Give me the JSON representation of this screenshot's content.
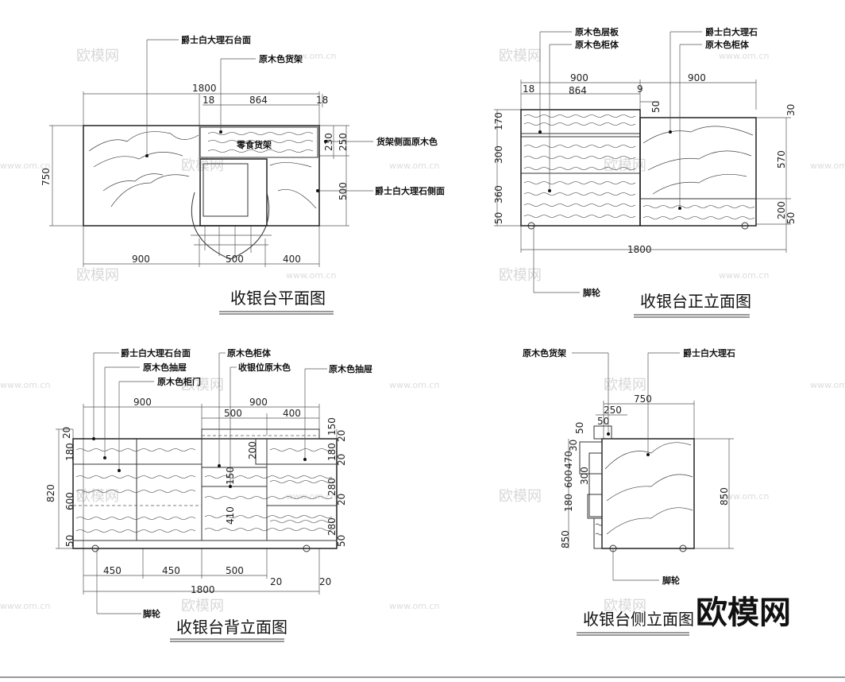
{
  "brand": "欧模网",
  "watermark": {
    "logo": "欧模网",
    "url": "www.om.cn"
  },
  "plan": {
    "title": "收银台平面图",
    "callouts": {
      "marble_top": "爵士白大理石台面",
      "wood_shelf": "原木色货架",
      "shelf_side": "货架侧面原木色",
      "marble_side": "爵士白大理石侧面"
    },
    "shelf_text": "零食货架",
    "dims": {
      "total": "1800",
      "left_edge": "18",
      "shelf": "864",
      "right_edge": "18",
      "depth": "750",
      "d230": "230",
      "d250": "250",
      "d500": "500",
      "b900": "900",
      "b500": "500",
      "b400": "400"
    }
  },
  "front": {
    "title": "收银台正立面图",
    "callouts": {
      "shelf_board": "原木色层板",
      "cabinet": "原木色柜体",
      "marble": "爵士白大理石",
      "cabinet2": "原木色柜体",
      "caster": "脚轮"
    },
    "dims": {
      "top900a": "900",
      "top900b": "900",
      "d18": "18",
      "d864": "864",
      "d9": "9",
      "d50r": "50",
      "h170": "170",
      "h300": "300",
      "h360": "360",
      "h50": "50",
      "r30": "30",
      "r570": "570",
      "r200": "200",
      "r50": "50",
      "total": "1800"
    }
  },
  "back": {
    "title": "收银台背立面图",
    "callouts": {
      "marble_top": "爵士白大理石台面",
      "drawer": "原木色抽屉",
      "door": "原木色柜门",
      "cabinet": "原木色柜体",
      "cash_wood": "收银位原木色",
      "drawer2": "原木色抽屉",
      "caster": "脚轮"
    },
    "dims": {
      "t900a": "900",
      "t500": "500",
      "t900b": "900",
      "t400": "400",
      "l20": "20",
      "l180": "180",
      "l820": "820",
      "l600": "600",
      "l50": "50",
      "c200": "200",
      "c150": "150",
      "c410": "410",
      "r150": "150",
      "r20a": "20",
      "r180": "180",
      "r20b": "20",
      "r280a": "280",
      "r20c": "20",
      "r280b": "280",
      "r50": "50",
      "b450a": "450",
      "b450b": "450",
      "b500": "500",
      "b20a": "20",
      "b20b": "20",
      "total": "1800"
    }
  },
  "side": {
    "title": "收银台侧立面图",
    "callouts": {
      "wood_shelf": "原木色货架",
      "marble": "爵士白大理石",
      "caster": "脚轮"
    },
    "dims": {
      "t750": "750",
      "t250": "250",
      "t50": "50",
      "l50": "50",
      "l30": "30",
      "l470": "470",
      "l300": "300",
      "l600": "600",
      "l180": "180",
      "l850": "850",
      "r850": "850"
    }
  }
}
